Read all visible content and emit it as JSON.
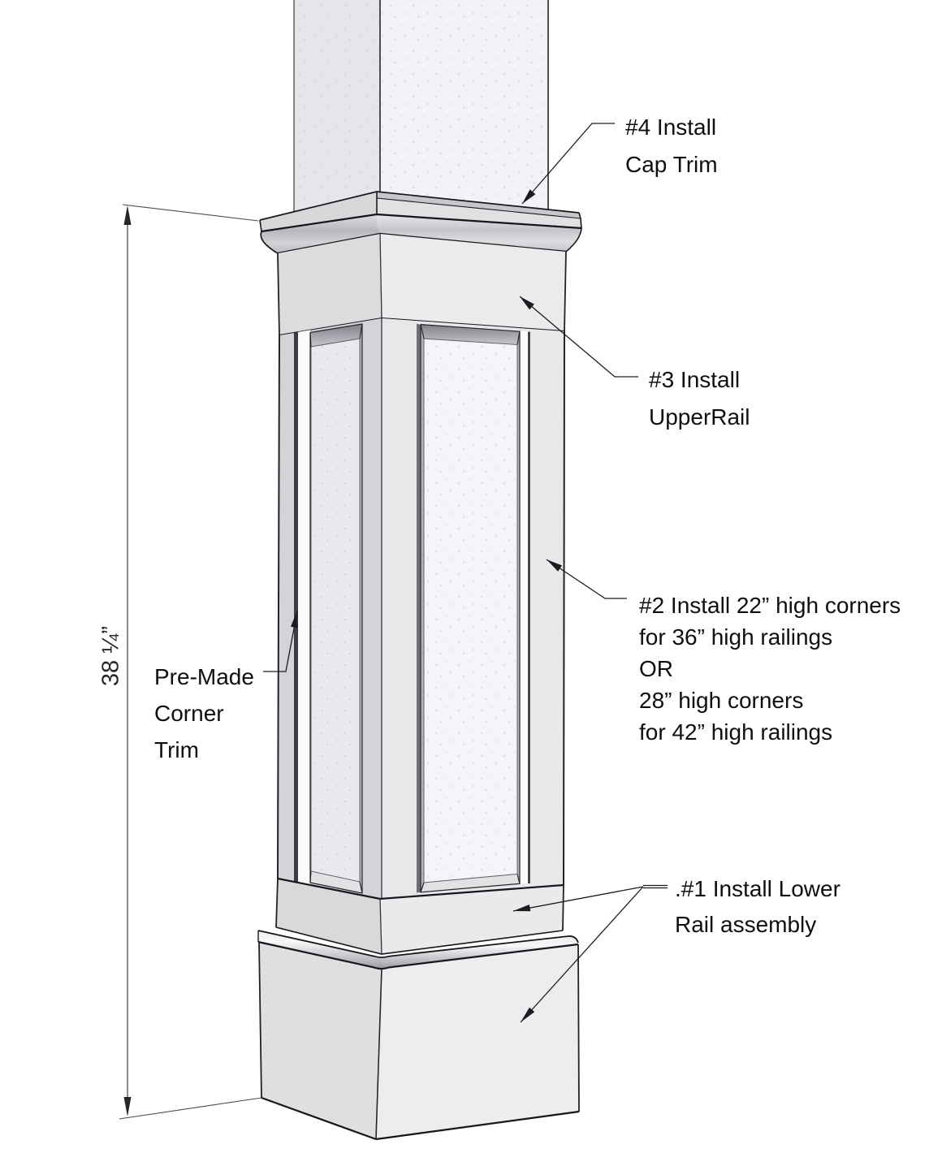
{
  "diagram": {
    "subject": "column-wrap-installation-steps",
    "dimension": {
      "height": "38 ¼”"
    },
    "labels": {
      "cap_trim": {
        "line1": "#4 Install",
        "line2": "Cap Trim"
      },
      "upper_rail": {
        "line1": "#3 Install",
        "line2": "UpperRail"
      },
      "corner_options": {
        "line1": "#2 Install 22” high corners",
        "line2": "for 36” high railings",
        "line3": "OR",
        "line4": "28” high corners",
        "line5": "for 42” high railings"
      },
      "corner_trim": {
        "line1": "Pre-Made",
        "line2": "Corner",
        "line3": "Trim"
      },
      "lower_rail": {
        "line1": ".#1 Install Lower",
        "line2": "Rail assembly"
      }
    },
    "colors": {
      "background": "#ffffff",
      "outline": "#16161b",
      "face_light": "#ebebee",
      "face_dark": "#d6d6d9",
      "panel_white": "#f4f4f9",
      "text": "#0f0f13"
    }
  }
}
